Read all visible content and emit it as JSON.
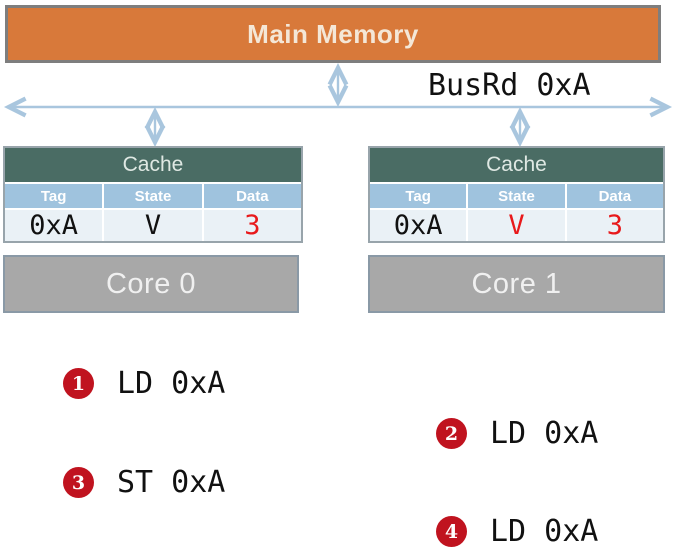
{
  "memory": {
    "label": "Main Memory"
  },
  "bus": {
    "label": "BusRd 0xA"
  },
  "caches": [
    {
      "title": "Cache",
      "columns": [
        "Tag",
        "State",
        "Data"
      ],
      "row": [
        "0xA",
        "V",
        "3"
      ],
      "cell_colors": [
        "#111111",
        "#111111",
        "#E8191B"
      ]
    },
    {
      "title": "Cache",
      "columns": [
        "Tag",
        "State",
        "Data"
      ],
      "row": [
        "0xA",
        "V",
        "3"
      ],
      "cell_colors": [
        "#111111",
        "#E8191B",
        "#E8191B"
      ]
    }
  ],
  "cores": [
    {
      "label": "Core 0"
    },
    {
      "label": "Core 1"
    }
  ],
  "steps": [
    {
      "number": "1",
      "label": "LD 0xA"
    },
    {
      "number": "2",
      "label": "LD 0xA"
    },
    {
      "number": "3",
      "label": "ST 0xA"
    },
    {
      "number": "4",
      "label": "LD 0xA"
    }
  ],
  "colors": {
    "memory_fill": "#D8793A",
    "memory_border": "#7E7E7E",
    "cache_header_bg": "#4A6C64",
    "table_header_bg": "#9FC3DE",
    "table_row_bg": "#EAF1F6",
    "core_fill": "#A8A8A8",
    "core_border": "#8A99A6",
    "bus_arrow": "#A9C6DE",
    "badge_red": "#C0131F",
    "value_red": "#E8191B"
  }
}
